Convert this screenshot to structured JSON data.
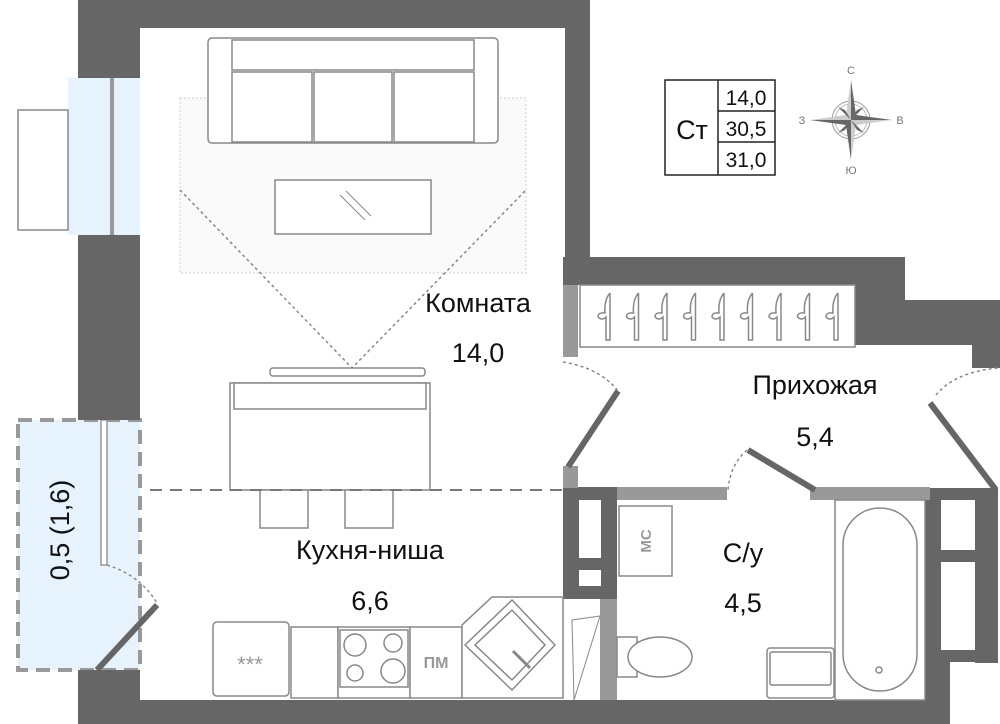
{
  "rooms": {
    "living": {
      "name": "Комната",
      "area": "14,0"
    },
    "hall": {
      "name": "Прихожая",
      "area": "5,4"
    },
    "kitchen": {
      "name": "Кухня-ниша",
      "area": "6,6"
    },
    "bathroom": {
      "name": "С/у",
      "area": "4,5"
    },
    "balcony": {
      "area": "0,5 (1,6)"
    }
  },
  "fixtures": {
    "shaft_label": "МС",
    "dishwasher_label": "ПМ",
    "fridge_label": "***"
  },
  "legend": {
    "type": "Ст",
    "values": [
      "14,0",
      "30,5",
      "31,0"
    ]
  },
  "compass": {
    "north": "С",
    "south": "Ю",
    "west": "З",
    "east": "В"
  },
  "colors": {
    "wall": "#666666",
    "partition": "#999999",
    "window": "#e6f3fd"
  }
}
